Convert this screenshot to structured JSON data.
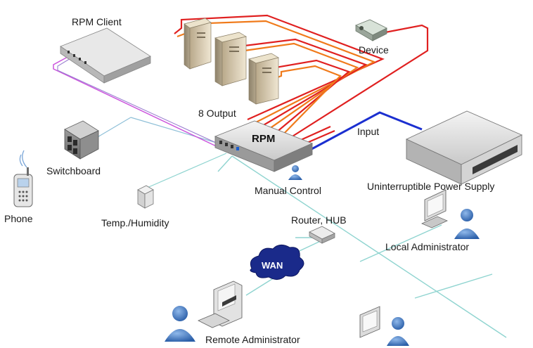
{
  "labels": {
    "rpm_client": "RPM Client",
    "device": "Device",
    "eight_output": "8 Output",
    "input": "Input",
    "rpm": "RPM",
    "switchboard": "Switchboard",
    "phone": "Phone",
    "temp_humidity": "Temp./Humidity",
    "manual_control": "Manual Control",
    "ups": "Uninterruptible Power Supply",
    "router_hub": "Router, HUB",
    "local_admin": "Local Administrator",
    "wan": "WAN",
    "remote_admin": "Remote Administrator"
  },
  "colors": {
    "output_red": "#e02020",
    "output_orange": "#f07a1a",
    "input_blue": "#1b2fd0",
    "client_magenta": "#cc55dd",
    "network_teal": "#8fd4d0",
    "phone_blue": "#7aa6d8",
    "wan_cloud": "#1a2a8a",
    "person_blue": "#3f78c2"
  }
}
